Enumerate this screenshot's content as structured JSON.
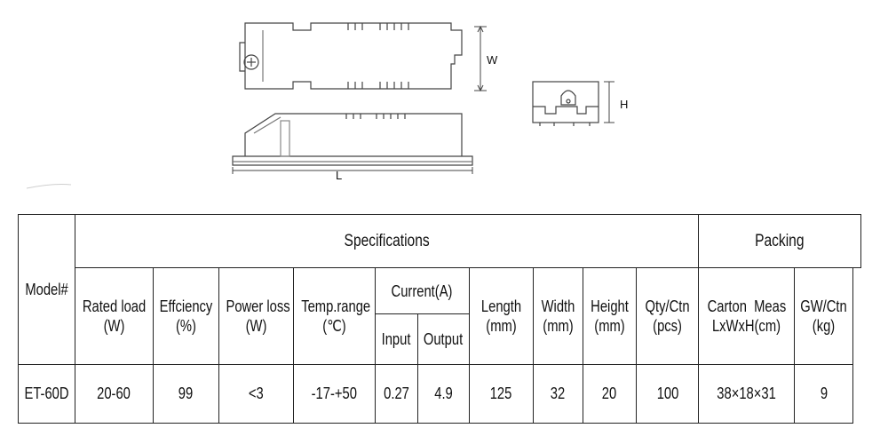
{
  "drawing": {
    "dims": {
      "width": "W",
      "length": "L",
      "height": "H"
    }
  },
  "table": {
    "groups": {
      "specifications": "Specifications",
      "packing": "Packing"
    },
    "headers": {
      "model": "Model#",
      "rated_load": {
        "line1": "Rated load",
        "line2": "(W)"
      },
      "efficiency": {
        "line1": "Effciency",
        "line2": "(%)"
      },
      "power_loss": {
        "line1": "Power loss",
        "line2": "(W)"
      },
      "temp_range": {
        "line1": "Temp.range",
        "line2": "(℃)"
      },
      "current": "Current(A)",
      "input": "Input",
      "output": "Output",
      "length": {
        "line1": "Length",
        "line2": "(mm)"
      },
      "width": {
        "line1": "Width",
        "line2": "(mm)"
      },
      "height": {
        "line1": "Height",
        "line2": "(mm)"
      },
      "qty_ctn": {
        "line1": "Qty/Ctn",
        "line2": "(pcs)"
      },
      "carton_meas": {
        "line1": "Carton  Meas",
        "line2": "LxWxH(cm)"
      },
      "gw_ctn": {
        "line1": "GW/Ctn",
        "line2": "(kg)"
      }
    },
    "row": {
      "model": "ET-60D",
      "rated_load": "20-60",
      "efficiency": "99",
      "power_loss": "<3",
      "temp_range": "-17-+50",
      "input": "0.27",
      "output": "4.9",
      "length": "125",
      "width": "32",
      "height": "20",
      "qty_ctn": "100",
      "carton_meas": "38×18×31",
      "gw_ctn": "9"
    }
  }
}
